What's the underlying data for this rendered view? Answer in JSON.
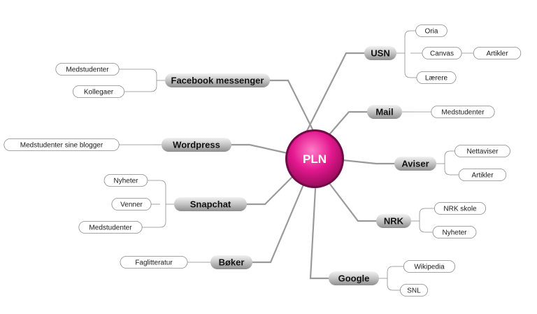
{
  "colors": {
    "center_fill": "#e0198f",
    "center_ring": "#7a0a4c",
    "pill_fill": "#bdbdbd",
    "branch_line": "#9a9a9a"
  },
  "center": {
    "label": "PLN"
  },
  "topics": [
    {
      "id": "usn",
      "label": "USN",
      "children": [
        {
          "label": "Oria"
        },
        {
          "label": "Canvas",
          "children": [
            {
              "label": "Artikler"
            }
          ]
        },
        {
          "label": "Lærere"
        }
      ]
    },
    {
      "id": "mail",
      "label": "Mail",
      "children": [
        {
          "label": "Medstudenter"
        }
      ]
    },
    {
      "id": "aviser",
      "label": "Aviser",
      "children": [
        {
          "label": "Nettaviser"
        },
        {
          "label": "Artikler"
        }
      ]
    },
    {
      "id": "nrk",
      "label": "NRK",
      "children": [
        {
          "label": "NRK skole"
        },
        {
          "label": "Nyheter"
        }
      ]
    },
    {
      "id": "google",
      "label": "Google",
      "children": [
        {
          "label": "Wikipedia"
        },
        {
          "label": "SNL"
        }
      ]
    },
    {
      "id": "facebook",
      "label": "Facebook messenger",
      "children": [
        {
          "label": "Medstudenter"
        },
        {
          "label": "Kollegaer"
        }
      ]
    },
    {
      "id": "wordpress",
      "label": "Wordpress",
      "children": [
        {
          "label": "Medstudenter sine blogger"
        }
      ]
    },
    {
      "id": "snapchat",
      "label": "Snapchat",
      "children": [
        {
          "label": "Nyheter"
        },
        {
          "label": "Venner"
        },
        {
          "label": "Medstudenter"
        }
      ]
    },
    {
      "id": "boker",
      "label": "Bøker",
      "children": [
        {
          "label": "Faglitteratur"
        }
      ]
    }
  ]
}
